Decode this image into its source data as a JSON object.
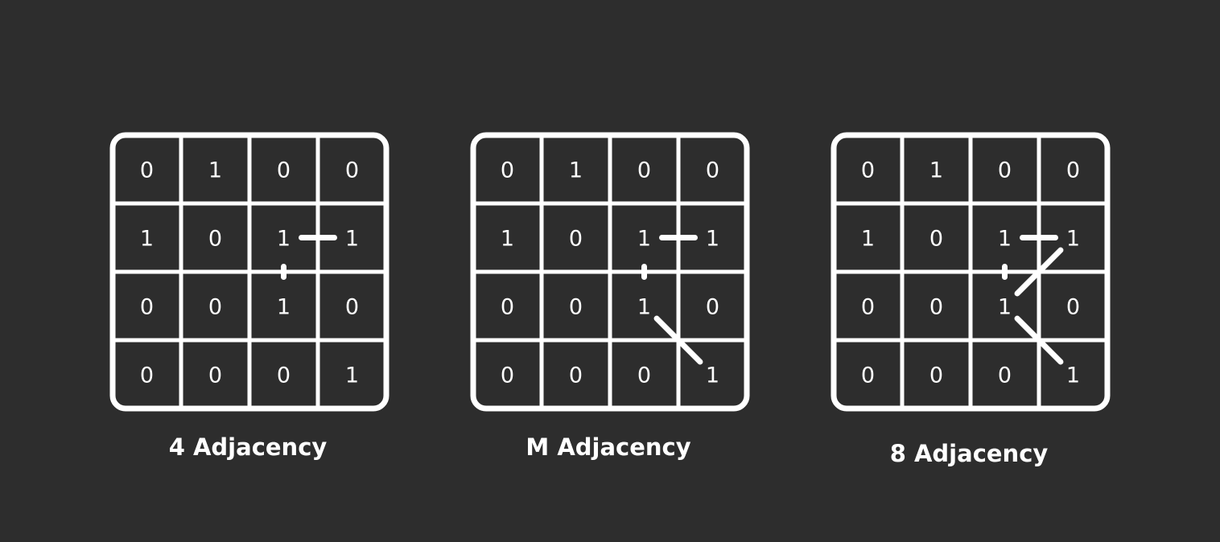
{
  "panels": [
    {
      "caption": "4 Adjacency",
      "grid": [
        [
          "0",
          "1",
          "0",
          "0"
        ],
        [
          "1",
          "0",
          "1",
          "1"
        ],
        [
          "0",
          "0",
          "1",
          "0"
        ],
        [
          "0",
          "0",
          "0",
          "1"
        ]
      ],
      "connections": [
        {
          "from": [
            1,
            2
          ],
          "to": [
            1,
            3
          ]
        },
        {
          "from": [
            1,
            2
          ],
          "to": [
            2,
            2
          ]
        }
      ]
    },
    {
      "caption": "M Adjacency",
      "grid": [
        [
          "0",
          "1",
          "0",
          "0"
        ],
        [
          "1",
          "0",
          "1",
          "1"
        ],
        [
          "0",
          "0",
          "1",
          "0"
        ],
        [
          "0",
          "0",
          "0",
          "1"
        ]
      ],
      "connections": [
        {
          "from": [
            1,
            2
          ],
          "to": [
            1,
            3
          ]
        },
        {
          "from": [
            1,
            2
          ],
          "to": [
            2,
            2
          ]
        },
        {
          "from": [
            2,
            2
          ],
          "to": [
            3,
            3
          ]
        }
      ]
    },
    {
      "caption": "8 Adjacency",
      "grid": [
        [
          "0",
          "1",
          "0",
          "0"
        ],
        [
          "1",
          "0",
          "1",
          "1"
        ],
        [
          "0",
          "0",
          "1",
          "0"
        ],
        [
          "0",
          "0",
          "0",
          "1"
        ]
      ],
      "connections": [
        {
          "from": [
            1,
            2
          ],
          "to": [
            1,
            3
          ]
        },
        {
          "from": [
            1,
            2
          ],
          "to": [
            2,
            2
          ]
        },
        {
          "from": [
            2,
            2
          ],
          "to": [
            1,
            3
          ]
        },
        {
          "from": [
            2,
            2
          ],
          "to": [
            3,
            3
          ]
        }
      ]
    }
  ],
  "colors": {
    "background": "#2d2d2d",
    "foreground": "#ffffff"
  }
}
